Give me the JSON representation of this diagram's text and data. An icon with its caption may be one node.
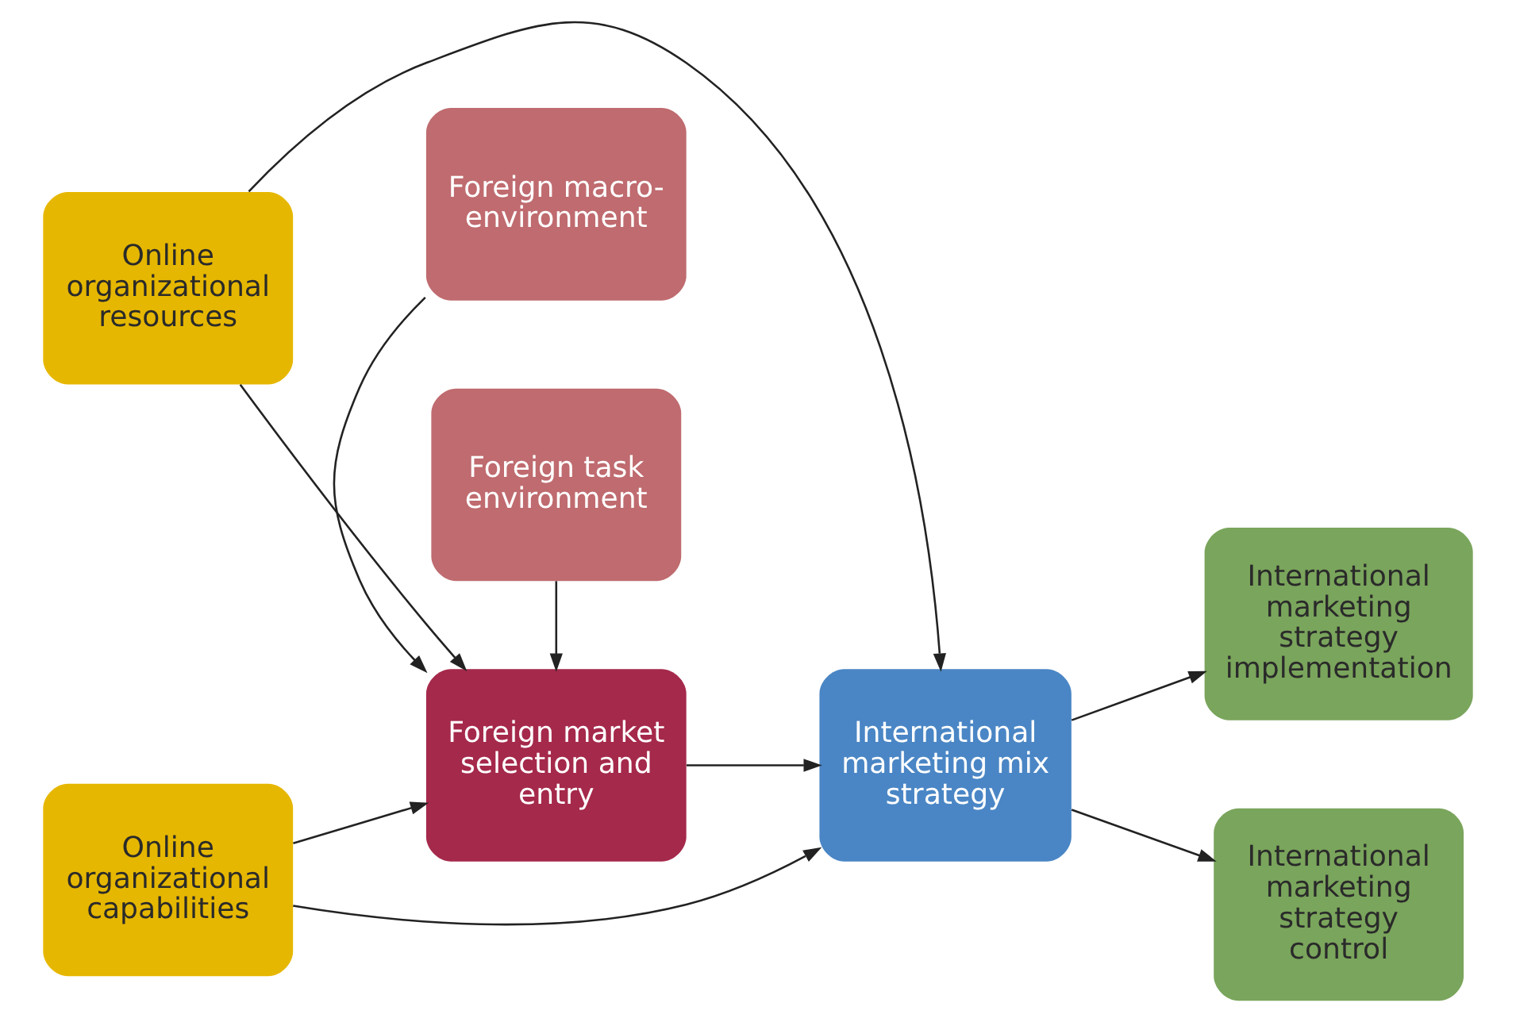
{
  "diagram": {
    "nodes": [
      {
        "text": [
          "Foreign task environment"
        ]
      },
      {
        "text": [
          "Online organizational resources"
        ]
      },
      {
        "text": [
          "Foreign market selection and entry"
        ]
      },
      {
        "text": [
          "International marketing mix strategy"
        ]
      },
      {
        "text": [
          "International marketing strategy implementation"
        ]
      },
      {
        "text": [
          "Online organizational capabilities"
        ]
      },
      {
        "text": [
          "International marketing strategy control"
        ]
      },
      {
        "text": [
          "Foreign macro-environment"
        ]
      }
    ],
    "edges": [
      {
        "from": 0,
        "to": 2,
        "arrow": "to"
      },
      {
        "from": 1,
        "to": 2,
        "arrow": "to"
      },
      {
        "from": 1,
        "to": 3,
        "arrow": "to"
      },
      {
        "from": 5,
        "to": 2,
        "arrow": "to"
      },
      {
        "from": 5,
        "to": 3,
        "arrow": "to"
      },
      {
        "from": 7,
        "to": 2,
        "arrow": "to"
      },
      {
        "from": 2,
        "to": 3,
        "arrow": "to"
      },
      {
        "from": 3,
        "to": 4,
        "arrow": "to"
      },
      {
        "from": 3,
        "to": 6,
        "arrow": "to"
      }
    ]
  }
}
